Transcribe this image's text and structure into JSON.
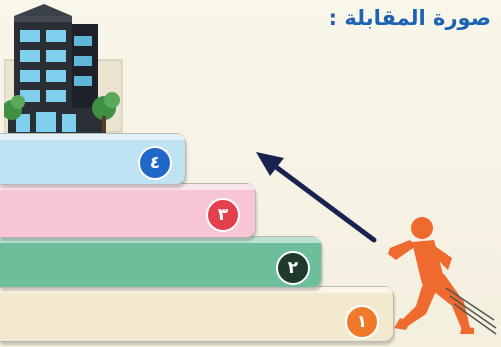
{
  "heading": {
    "text": "صورة المقابلة :"
  },
  "stairs": [
    {
      "number": "١",
      "fill_color": "#f3e9cf",
      "badge_color": "#ef7b2a"
    },
    {
      "number": "٢",
      "fill_color": "#6dbe9a",
      "badge_color": "#1e3a2c"
    },
    {
      "number": "٣",
      "fill_color": "#f6c6d4",
      "badge_color": "#e33f4d"
    },
    {
      "number": "٤",
      "fill_color": "#bfe3f2",
      "badge_color": "#1f67c8"
    }
  ],
  "icons": {
    "building": "building-icon",
    "arrow": "arrow-up-left-icon",
    "runner": "running-person-icon"
  },
  "colors": {
    "heading": "#1d63b4",
    "runner": "#ee6a2e",
    "arrow": "#1a2350"
  }
}
